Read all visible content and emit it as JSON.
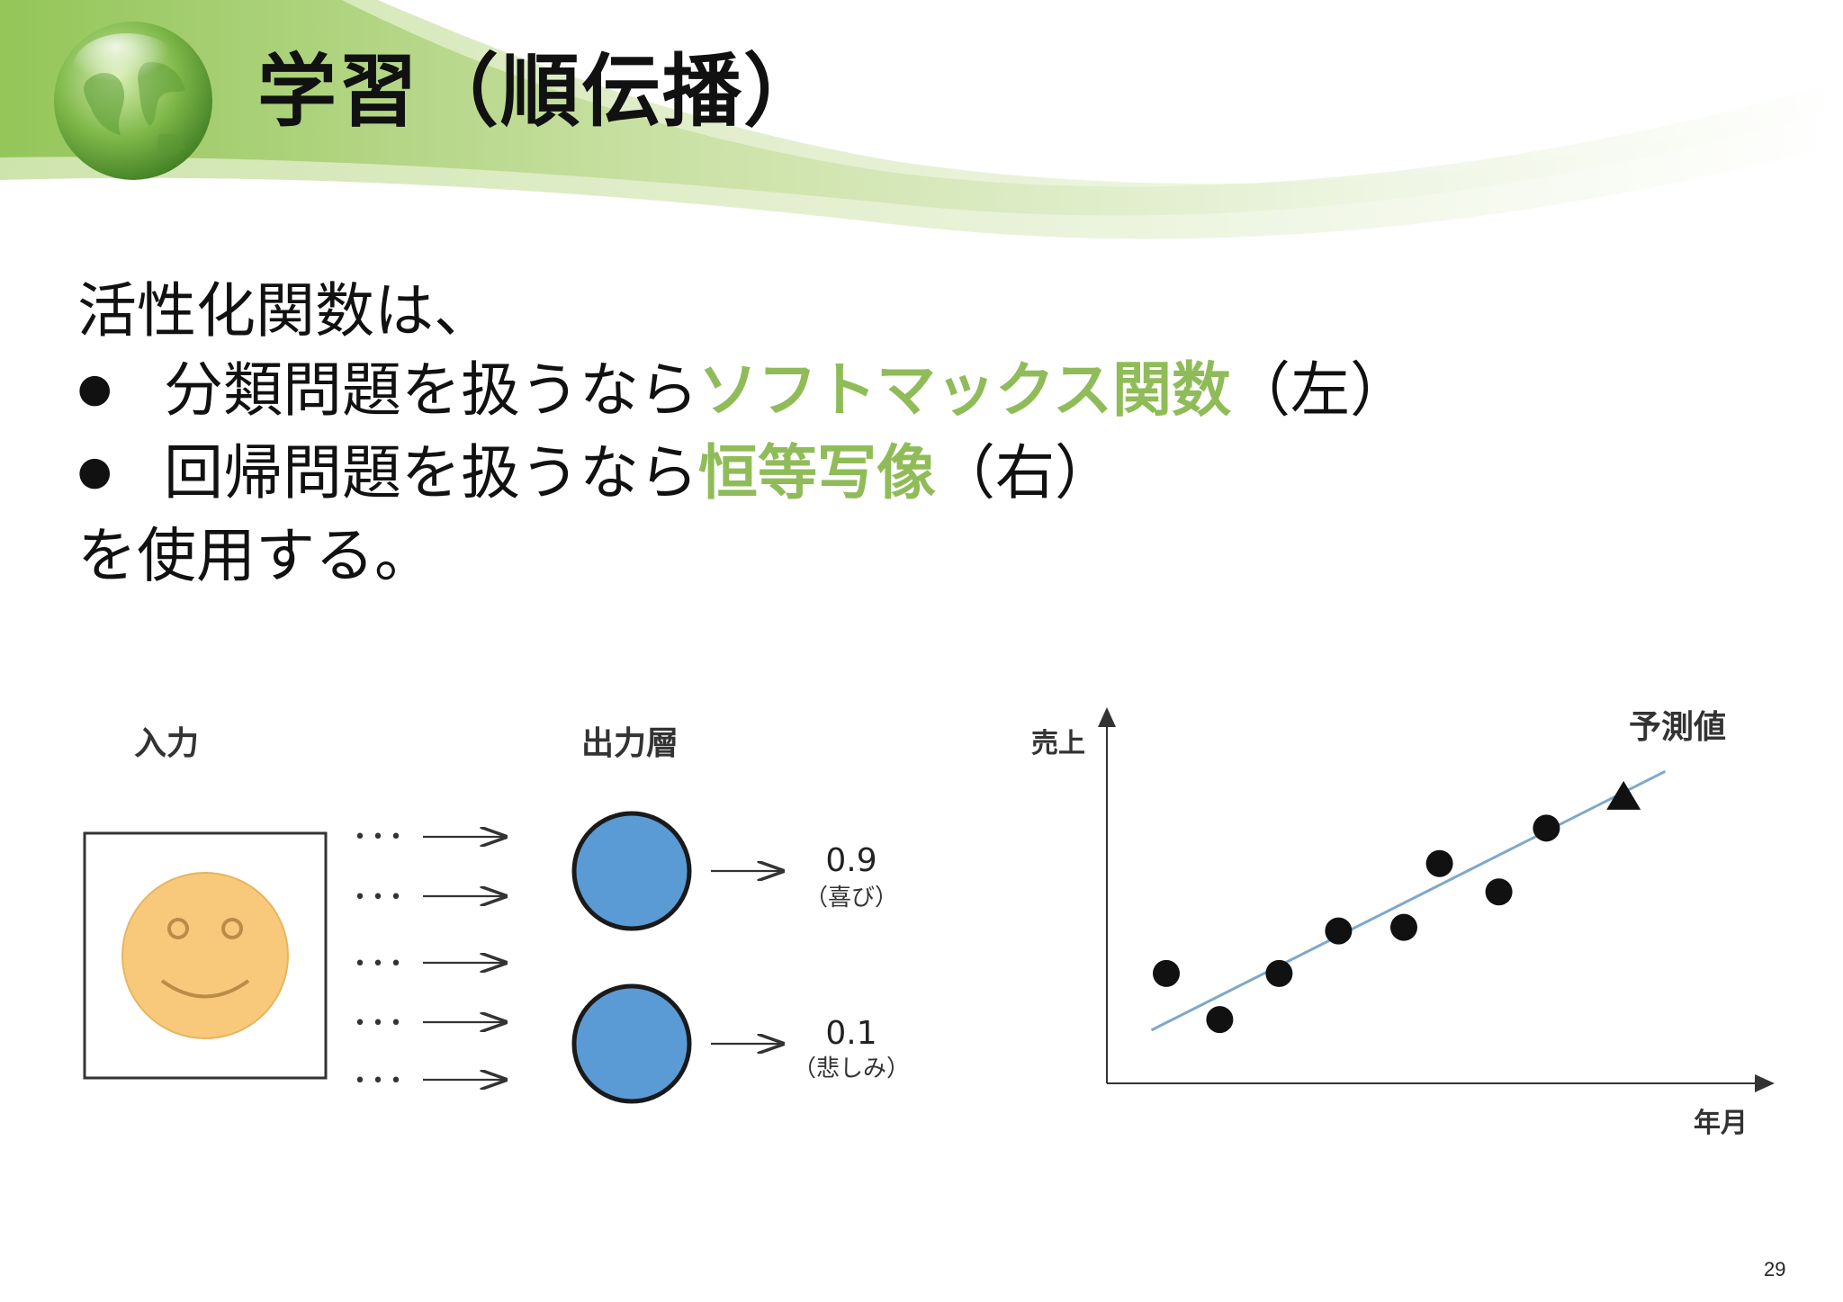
{
  "slide": {
    "title": "学習（順伝播）",
    "page_number": "29"
  },
  "body": {
    "line1": "活性化関数は、",
    "bullet1": {
      "bullet": "●",
      "pre": "分類問題を扱うなら",
      "highlight": "ソフトマックス関数",
      "post": "（左）"
    },
    "bullet2": {
      "bullet": "●",
      "pre": "回帰問題を扱うなら",
      "highlight": "恒等写像",
      "post": "（右）"
    },
    "line4": "を使用する。"
  },
  "left_figure": {
    "input_label": "入力",
    "output_layer_label": "出力層",
    "ellipsis": "• • •",
    "outputs": [
      {
        "value": "0.9",
        "label": "（喜び）"
      },
      {
        "value": "0.1",
        "label": "（悲しみ）"
      }
    ]
  },
  "chart_data": {
    "type": "scatter",
    "ylabel": "売上",
    "xlabel": "年月",
    "annotation": "予測値",
    "xlim": [
      0,
      10
    ],
    "ylim": [
      0,
      10
    ],
    "points": [
      {
        "x": 1.0,
        "y": 3.1
      },
      {
        "x": 1.9,
        "y": 1.8
      },
      {
        "x": 2.9,
        "y": 3.1
      },
      {
        "x": 3.9,
        "y": 4.3
      },
      {
        "x": 5.0,
        "y": 4.4
      },
      {
        "x": 5.6,
        "y": 6.2
      },
      {
        "x": 6.6,
        "y": 5.4
      },
      {
        "x": 7.4,
        "y": 7.2
      }
    ],
    "prediction": {
      "x": 8.7,
      "y": 8.1
    },
    "trend_line": {
      "x0": 0.75,
      "y0": 1.5,
      "x1": 9.4,
      "y1": 8.8
    },
    "grid": false,
    "colors": {
      "points": "#111111",
      "trend": "#7fa8c9",
      "axis": "#333333"
    }
  },
  "theme": {
    "accent": "#8fbc58",
    "node_fill": "#5b9bd5",
    "face_fill": "#f8c97a"
  }
}
